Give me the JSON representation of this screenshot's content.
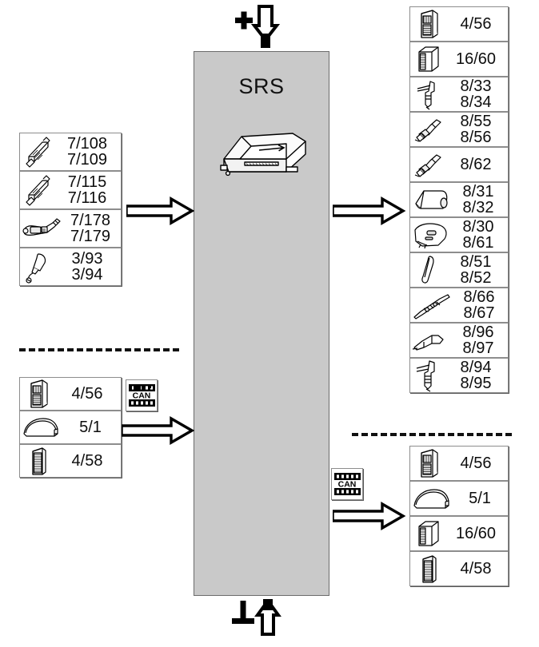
{
  "diagram": {
    "title": "SRS",
    "center_block": {
      "label": "SRS",
      "icon": "srs-control-unit-icon",
      "fill_color": "#c9c9c9",
      "border_color": "#6b6b6b"
    },
    "terminals": {
      "top": {
        "name": "power-positive-terminal",
        "symbol": "+",
        "arrow": "down"
      },
      "bottom": {
        "name": "ground-terminal",
        "symbol": "⊥",
        "arrow": "up"
      }
    },
    "bus_badges": [
      {
        "name": "can-bus-badge-left",
        "label": "CAN"
      },
      {
        "name": "can-bus-badge-right",
        "label": "CAN"
      }
    ],
    "left_top_group": {
      "items": [
        {
          "icon": "crash-sensor-icon",
          "codes": [
            "7/108",
            "7/109"
          ]
        },
        {
          "icon": "crash-sensor-icon",
          "codes": [
            "7/115",
            "7/116"
          ]
        },
        {
          "icon": "seat-occupancy-mat-icon",
          "codes": [
            "7/178",
            "7/179"
          ]
        },
        {
          "icon": "seat-belt-buckle-icon",
          "codes": [
            "3/93",
            "3/94"
          ]
        }
      ]
    },
    "left_bottom_group": {
      "items": [
        {
          "icon": "control-module-icon",
          "codes": [
            "4/56"
          ]
        },
        {
          "icon": "instrument-cluster-icon",
          "codes": [
            "5/1"
          ]
        },
        {
          "icon": "connector-module-icon",
          "codes": [
            "4/58"
          ]
        }
      ]
    },
    "right_top_group": {
      "items": [
        {
          "icon": "control-module-icon",
          "codes": [
            "4/56"
          ]
        },
        {
          "icon": "relay-switch-icon",
          "codes": [
            "16/60"
          ]
        },
        {
          "icon": "belt-tensioner-icon",
          "codes": [
            "8/33",
            "8/34"
          ]
        },
        {
          "icon": "pyro-actuator-icon",
          "codes": [
            "8/55",
            "8/56"
          ]
        },
        {
          "icon": "pyro-actuator-icon",
          "codes": [
            "8/62"
          ]
        },
        {
          "icon": "airbag-module-icon",
          "codes": [
            "8/31",
            "8/32"
          ]
        },
        {
          "icon": "driver-airbag-icon",
          "codes": [
            "8/30",
            "8/61"
          ]
        },
        {
          "icon": "side-airbag-icon",
          "codes": [
            "8/51",
            "8/52"
          ]
        },
        {
          "icon": "curtain-airbag-icon",
          "codes": [
            "8/66",
            "8/67"
          ]
        },
        {
          "icon": "knee-airbag-icon",
          "codes": [
            "8/96",
            "8/97"
          ]
        },
        {
          "icon": "belt-tensioner-icon",
          "codes": [
            "8/94",
            "8/95"
          ]
        }
      ]
    },
    "right_bottom_group": {
      "items": [
        {
          "icon": "control-module-icon",
          "codes": [
            "4/56"
          ]
        },
        {
          "icon": "instrument-cluster-icon",
          "codes": [
            "5/1"
          ]
        },
        {
          "icon": "relay-switch-icon",
          "codes": [
            "16/60"
          ]
        },
        {
          "icon": "connector-module-icon",
          "codes": [
            "4/58"
          ]
        }
      ]
    }
  }
}
